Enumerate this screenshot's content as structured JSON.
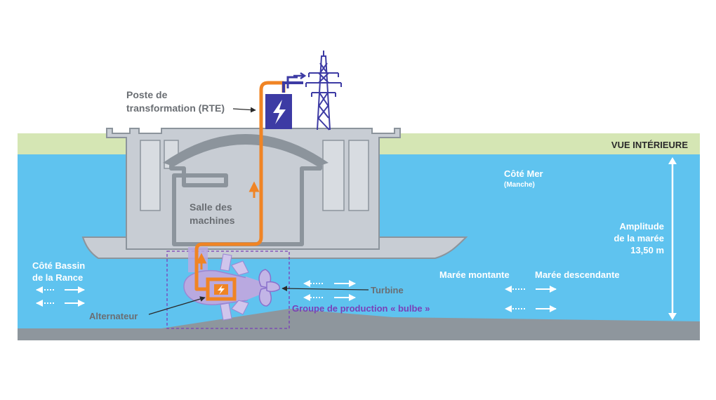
{
  "labels": {
    "view_title": "VUE INTÉRIEURE",
    "substation_line1": "Poste de",
    "substation_line2": "transformation (RTE)",
    "machine_room_line1": "Salle des",
    "machine_room_line2": "machines",
    "sea_side": "Côté  Mer",
    "sea_side_sub": "(Manche)",
    "tide_amplitude_line1": "Amplitude",
    "tide_amplitude_line2": "de la marée",
    "tide_amplitude_line3": "13,50 m",
    "basin_side_line1": "Côté Bassin",
    "basin_side_line2": "de la Rance",
    "rising_tide": "Marée montante",
    "falling_tide": "Marée descendante",
    "turbine": "Turbine",
    "alternator": "Alternateur",
    "bulb_unit": "Groupe de production « bulbe »"
  },
  "colors": {
    "water": "#5fc3ef",
    "land": "#d5e6b4",
    "concrete": "#c8cdd4",
    "concrete_dark": "#8c949c",
    "seabed": "#8e969d",
    "power_path": "#f08424",
    "bulb": "#b9a9e0",
    "bulb_outline": "#7b4fc0",
    "transformer": "#3d3ba4",
    "pylon": "#3d3ba4",
    "label_gray": "#6a6e73",
    "label_purple": "#7a3fb8",
    "label_dark": "#2a2a2a"
  },
  "icons": [
    "lightning-icon",
    "pylon-icon",
    "arrow-icon"
  ]
}
